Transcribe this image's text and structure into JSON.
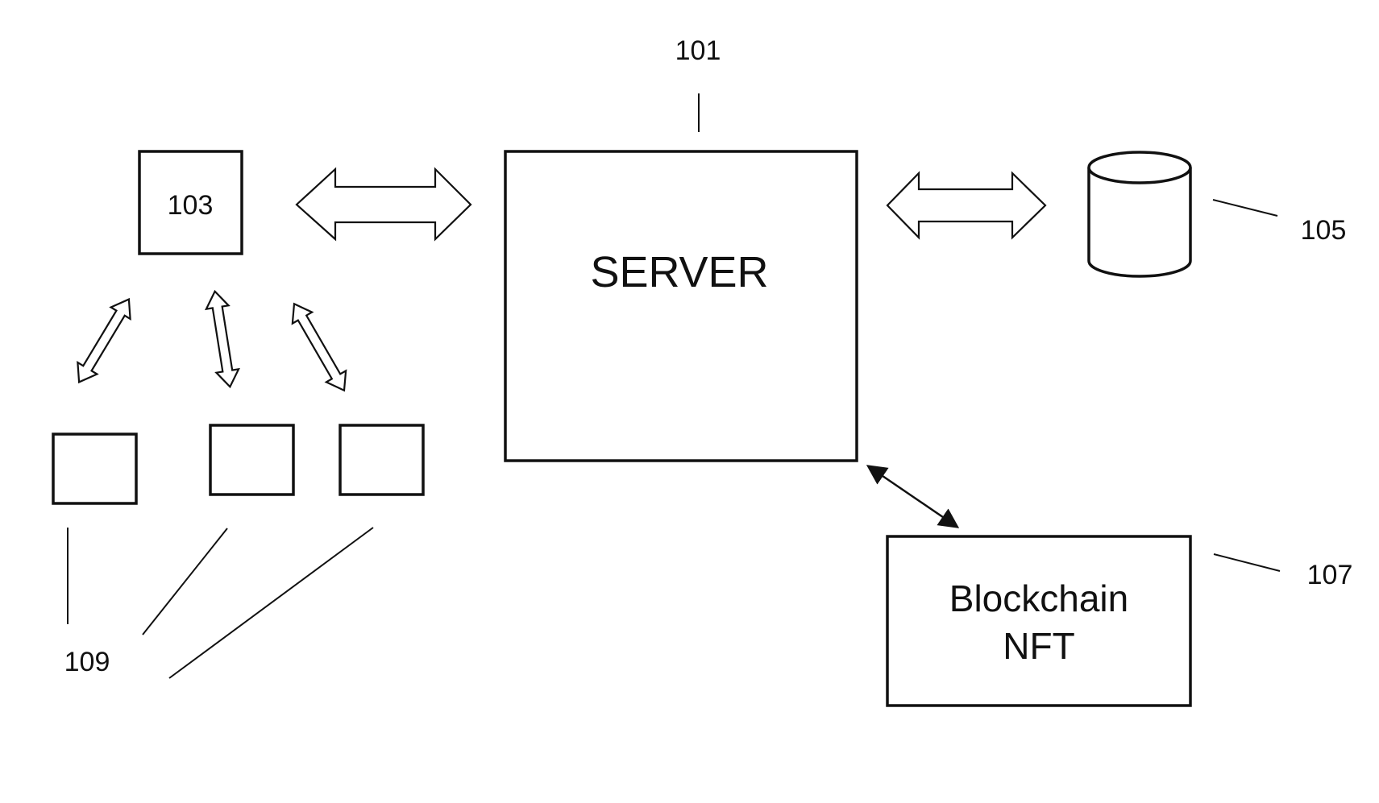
{
  "labels": {
    "server_ref": "101",
    "client_ref": "103",
    "database_ref": "105",
    "blockchain_ref": "107",
    "devices_ref": "109"
  },
  "server": {
    "title": "SERVER"
  },
  "blockchain": {
    "line1": "Blockchain",
    "line2": "NFT"
  }
}
